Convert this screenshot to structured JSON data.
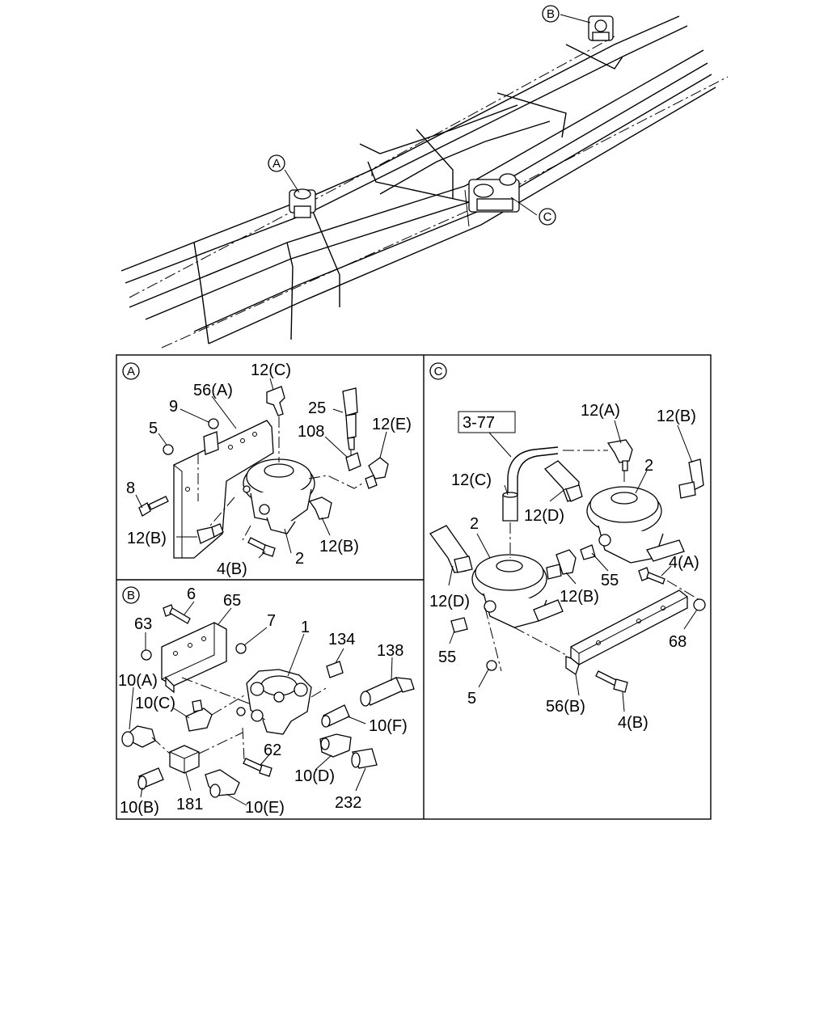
{
  "callouts": {
    "a": "A",
    "b": "B",
    "c": "C"
  },
  "ref_box": "3-77",
  "panel_a": {
    "labels": {
      "p12c": "12(C)",
      "p56a": "56(A)",
      "p9": "9",
      "p5": "5",
      "p25": "25",
      "p108": "108",
      "p12e": "12(E)",
      "p8": "8",
      "p12b_left": "12(B)",
      "p12b_right": "12(B)",
      "p4b": "4(B)",
      "p2": "2"
    }
  },
  "panel_b": {
    "labels": {
      "p6": "6",
      "p65": "65",
      "p63": "63",
      "p7": "7",
      "p1": "1",
      "p134": "134",
      "p138": "138",
      "p10a": "10(A)",
      "p10c": "10(C)",
      "p10f": "10(F)",
      "p62": "62",
      "p10d": "10(D)",
      "p10b": "10(B)",
      "p181": "181",
      "p10e": "10(E)",
      "p232": "232"
    }
  },
  "panel_c": {
    "labels": {
      "p12a": "12(A)",
      "p12b_top": "12(B)",
      "p12c": "12(C)",
      "p2_right": "2",
      "p12d_upper": "12(D)",
      "p2_left": "2",
      "p4a": "4(A)",
      "p55_right": "55",
      "p12b_mid": "12(B)",
      "p12d_lower": "12(D)",
      "p55_left": "55",
      "p68": "68",
      "p5": "5",
      "p56b": "56(B)",
      "p4b": "4(B)"
    }
  }
}
